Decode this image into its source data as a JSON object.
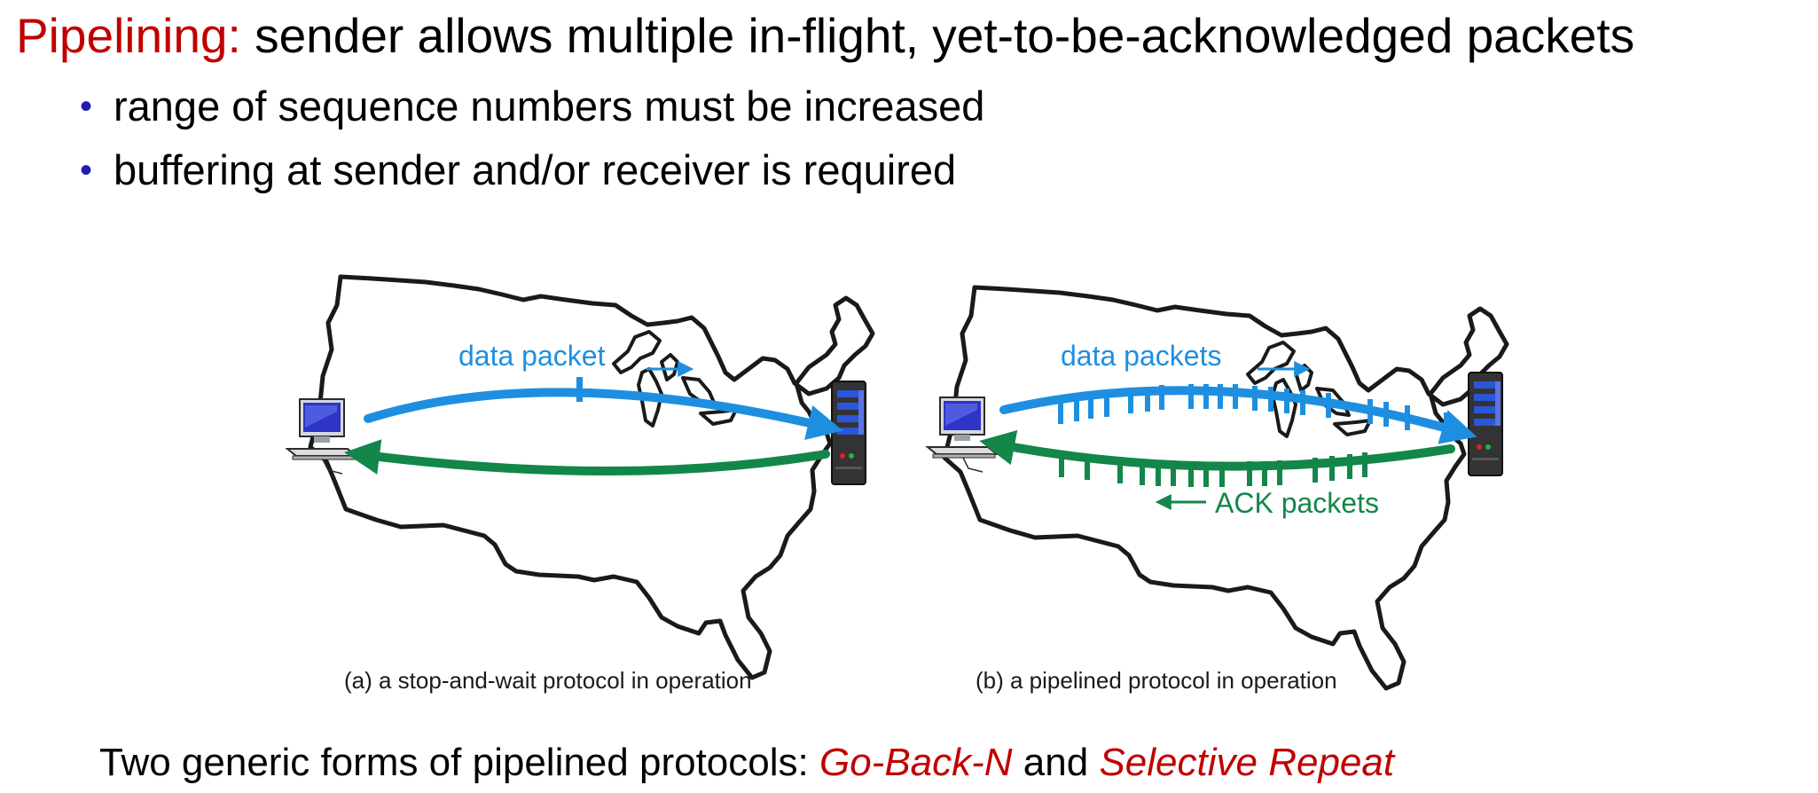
{
  "title": {
    "keyword": "Pipelining:",
    "text": "sender allows multiple in-flight, yet-to-be-acknowledged packets"
  },
  "bullets": [
    "range of sequence numbers must be increased",
    "buffering at sender and/or receiver is required"
  ],
  "diagram": {
    "colors": {
      "data": "#1e8fe0",
      "ack": "#13864a",
      "outline": "#1a1a1a",
      "red": "#c00000"
    },
    "panel_a": {
      "data_label": "data packet",
      "caption": "(a) a stop-and-wait protocol in operation",
      "icons": [
        "computer-icon",
        "server-icon"
      ]
    },
    "panel_b": {
      "data_label": "data packets",
      "ack_label": "ACK packets",
      "caption": "(b) a pipelined protocol in operation",
      "icons": [
        "computer-icon",
        "server-icon"
      ]
    }
  },
  "footer": {
    "prefix": "Two generic forms of pipelined protocols: ",
    "proto1": "Go-Back-N",
    "middle": " and ",
    "proto2": "Selective Repeat"
  }
}
